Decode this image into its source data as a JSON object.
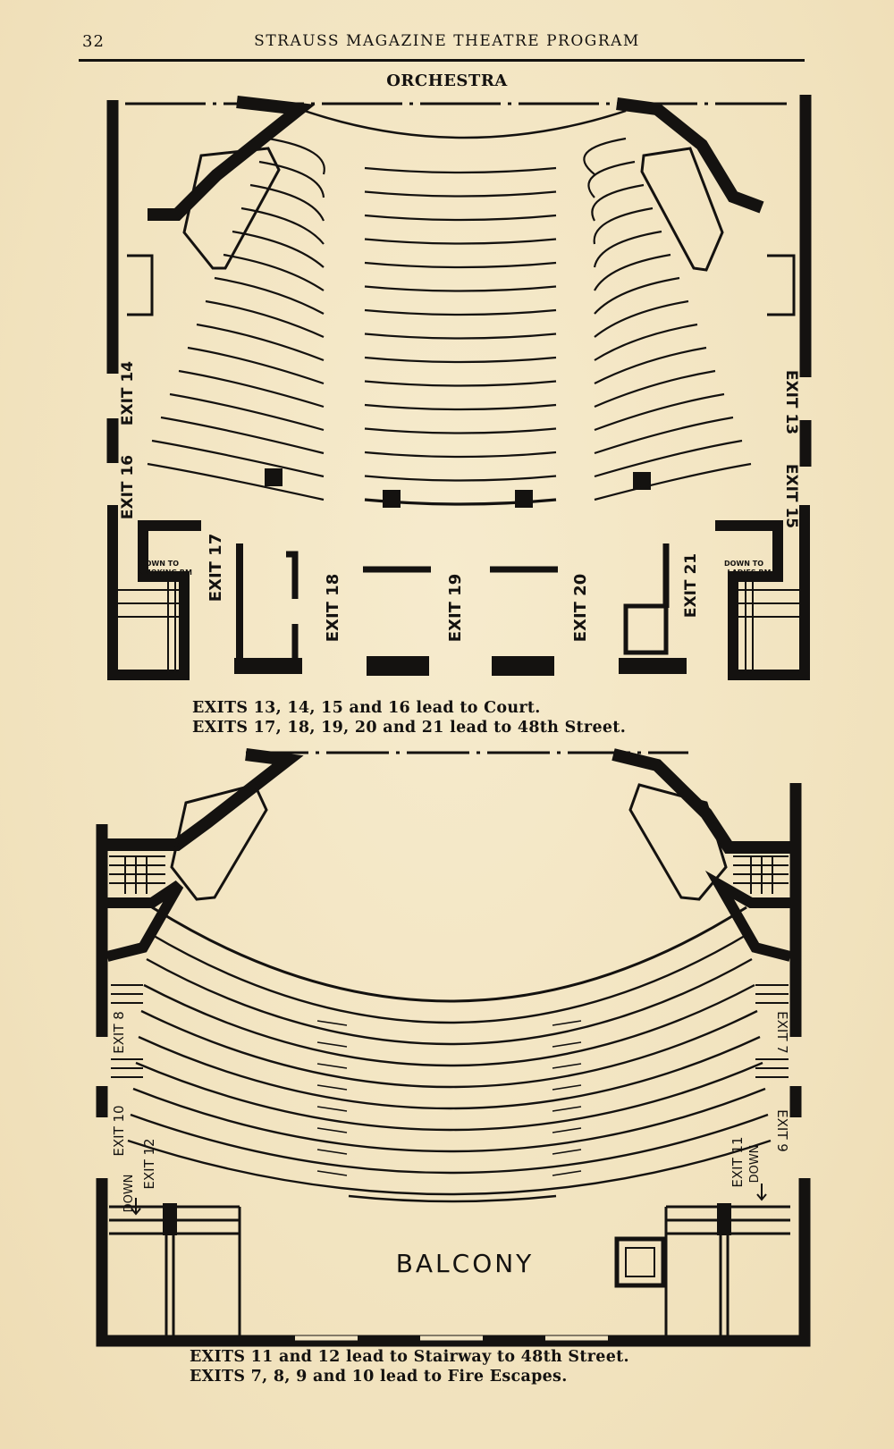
{
  "header": {
    "page_number": "32",
    "running_head": "STRAUSS MAGAZINE THEATRE PROGRAM"
  },
  "orchestra": {
    "title": "ORCHESTRA",
    "exits": {
      "e13": "EXIT 13",
      "e14": "EXIT 14",
      "e15": "EXIT 15",
      "e16": "EXIT 16",
      "e17": "EXIT 17",
      "e18": "EXIT 18",
      "e19": "EXIT 19",
      "e20": "EXIT 20",
      "e21": "EXIT 21"
    },
    "room_labels": {
      "smoking": [
        "DOWN TO",
        "SMOKING RM"
      ],
      "ladies": [
        "DOWN TO",
        "LADIES RM"
      ]
    },
    "captions": [
      "EXITS 13, 14, 15 and 16 lead to Court.",
      "EXITS 17, 18, 19, 20 and 21 lead to 48th Street."
    ]
  },
  "balcony": {
    "title": "BALCONY",
    "exits": {
      "e7": "EXIT 7",
      "e8": "EXIT 8",
      "e9": "EXIT 9",
      "e10": "EXIT 10",
      "e11": "EXIT 11",
      "e12": "EXIT 12"
    },
    "down_label": "DOWN",
    "captions": [
      "EXITS 11 and 12 lead to Stairway to 48th Street.",
      "EXITS 7, 8, 9 and 10 lead to Fire Escapes."
    ]
  },
  "colors": {
    "paper": "#f3e6c4",
    "ink": "#141210"
  }
}
